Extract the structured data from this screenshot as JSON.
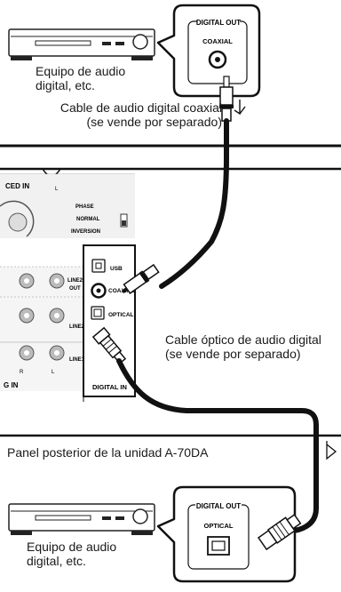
{
  "labels": {
    "source_top_line1": "Equipo de audio",
    "source_top_line2": "digital, etc.",
    "coax_cable_line1": "Cable de audio digital coaxial",
    "coax_cable_line2": "(se vende por separado)",
    "optical_cable_line1": "Cable óptico de audio digital",
    "optical_cable_line2": "(se vende por separado)",
    "rear_panel": "Panel posterior de la unidad A-70DA",
    "source_bottom_line1": "Equipo de audio",
    "source_bottom_line2": "digital, etc."
  },
  "callouts": {
    "top_title": "DIGITAL OUT",
    "top_port": "COAXIAL",
    "bottom_title": "DIGITAL OUT",
    "bottom_port": "OPTICAL"
  },
  "panel": {
    "balanced_in": "CED IN",
    "channel_l": "L",
    "phase": "PHASE",
    "normal": "NORMAL",
    "inversion": "INVERSION",
    "usb": "USB",
    "coaxial": "COAXIAL",
    "optical": "OPTICAL",
    "line2_out_a": "LINE2",
    "line2_out_b": "OUT",
    "line2": "LINE2",
    "line1": "LINE1",
    "r": "R",
    "l": "L",
    "g_in": "G IN",
    "digital_in": "DIGITAL IN"
  }
}
